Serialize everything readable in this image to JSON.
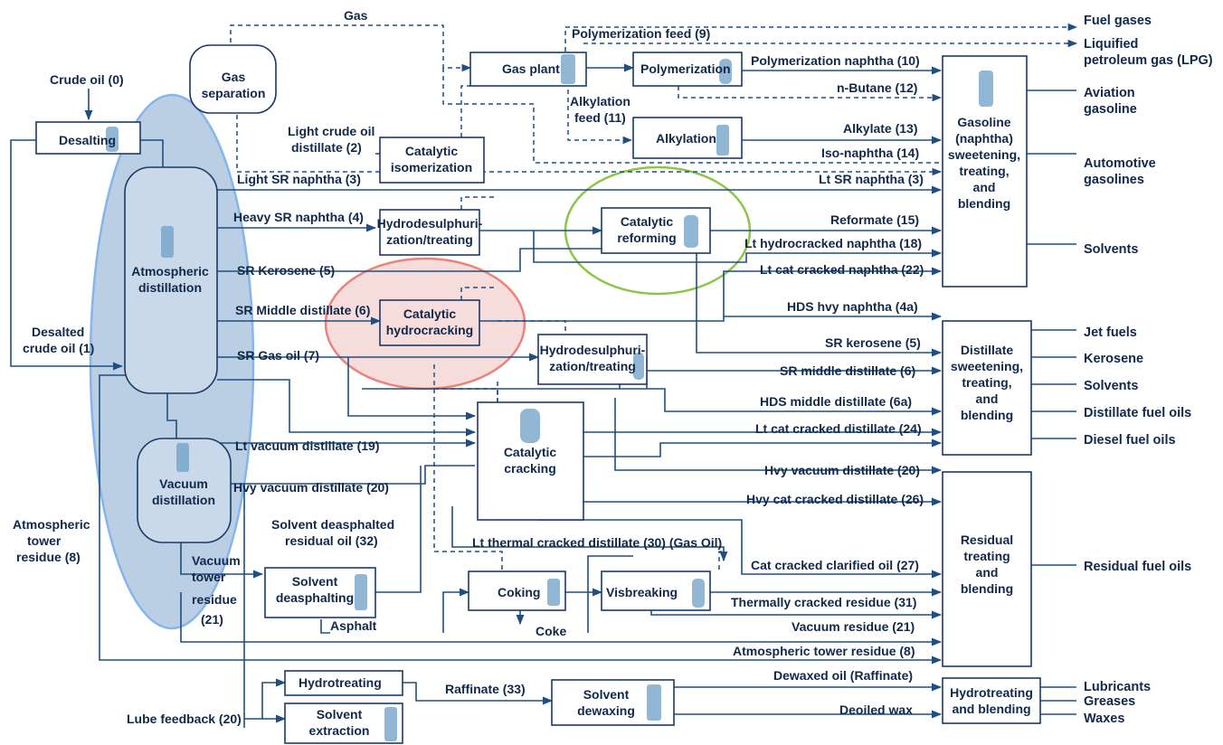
{
  "colors": {
    "line": "#1f4f80",
    "box_stroke": "#1a3a66",
    "text": "#10284a",
    "distillation_fill": "#b8cde3",
    "distillation_stroke": "#7fb2ea",
    "hydrocracking_fill": "#f7dcdc",
    "hydrocracking_stroke": "#e8847c",
    "reforming_stroke": "#8dc44a",
    "icon": "#6d9fc7"
  },
  "inputs": {
    "crude_oil": "Crude oil (0)",
    "desalted_1": "Desalted",
    "desalted_2": "crude oil (1)",
    "atm_residue_1": "Atmospheric",
    "atm_residue_2": "tower",
    "atm_residue_3": "residue (8)",
    "lube_feedback": "Lube feedback (20)"
  },
  "units": {
    "desalting": "Desalting",
    "gas_separation_1": "Gas",
    "gas_separation_2": "separation",
    "atmospheric_1": "Atmospheric",
    "atmospheric_2": "distillation",
    "vacuum_1": "Vacuum",
    "vacuum_2": "distillation",
    "cat_isom_1": "Catalytic",
    "cat_isom_2": "isomerization",
    "hds1_1": "Hydrodesulphuri-",
    "hds1_2": "zation/treating",
    "cat_hydrocracking_1": "Catalytic",
    "cat_hydrocracking_2": "hydrocracking",
    "hds2_1": "Hydrodesulphuri-",
    "hds2_2": "zation/treating",
    "cat_reforming_1": "Catalytic",
    "cat_reforming_2": "reforming",
    "gas_plant": "Gas plant",
    "polymerization": "Polymerization",
    "alkylation": "Alkylation",
    "cat_cracking_1": "Catalytic",
    "cat_cracking_2": "cracking",
    "solvent_deasphalting_1": "Solvent",
    "solvent_deasphalting_2": "deasphalting",
    "coking": "Coking",
    "visbreaking": "Visbreaking",
    "hydrotreating": "Hydrotreating",
    "solvent_extraction_1": "Solvent",
    "solvent_extraction_2": "extraction",
    "solvent_dewaxing_1": "Solvent",
    "solvent_dewaxing_2": "dewaxing",
    "gasoline_blend_1": "Gasoline",
    "gasoline_blend_2": "(naphtha)",
    "gasoline_blend_3": "sweetening,",
    "gasoline_blend_4": "treating,",
    "gasoline_blend_5": "and",
    "gasoline_blend_6": "blending",
    "distillate_blend_1": "Distillate",
    "distillate_blend_2": "sweetening,",
    "distillate_blend_3": "treating,",
    "distillate_blend_4": "and",
    "distillate_blend_5": "blending",
    "residual_blend_1": "Residual",
    "residual_blend_2": "treating",
    "residual_blend_3": "and",
    "residual_blend_4": "blending",
    "hydro_blend_1": "Hydrotreating",
    "hydro_blend_2": "and blending"
  },
  "streams": {
    "gas": "Gas",
    "light_crude_1": "Light crude oil",
    "light_crude_2": "distillate (2)",
    "light_sr_naphtha": "Light SR naphtha (3)",
    "heavy_sr_naphtha": "Heavy SR naphtha (4)",
    "sr_kerosene_left": "SR Kerosene (5)",
    "sr_middle_left": "SR Middle distillate (6)",
    "sr_gas_oil": "SR Gas oil (7)",
    "lt_vacuum": "Lt vacuum distillate (19)",
    "hvy_vacuum_left": "Hvy vacuum distillate (20)",
    "sda_oil_1": "Solvent deasphalted",
    "sda_oil_2": "residual oil (32)",
    "vac_residue_1": "Vacuum",
    "vac_residue_2": "tower",
    "vac_residue_3": "residue",
    "vac_residue_4": "(21)",
    "asphalt": "Asphalt",
    "coke": "Coke",
    "poly_feed": "Polymerization feed (9)",
    "alky_feed_1": "Alkylation",
    "alky_feed_2": "feed (11)",
    "poly_naphtha": "Polymerization naphtha (10)",
    "n_butane": "n-Butane (12)",
    "alkylate": "Alkylate (13)",
    "iso_naphtha": "Iso-naphtha (14)",
    "lt_sr_naphtha": "Lt SR naphtha (3)",
    "reformate": "Reformate (15)",
    "lt_hc_naphtha": "Lt hydrocracked naphtha (18)",
    "lt_cc_naphtha": "Lt cat cracked naphtha (22)",
    "hds_hvy_naphtha": "HDS hvy naphtha (4a)",
    "sr_kerosene": "SR kerosene (5)",
    "sr_middle": "SR middle distillate (6)",
    "hds_middle": "HDS middle distillate (6a)",
    "lt_cc_distillate": "Lt cat cracked distillate (24)",
    "hvy_vacuum": "Hvy vacuum distillate (20)",
    "hvy_cc_distillate": "Hvy cat cracked distillate (26)",
    "lt_thermal": "Lt thermal cracked distillate (30) (Gas Oil)",
    "cc_clarified": "Cat cracked clarified oil (27)",
    "thermal_residue": "Thermally cracked residue (31)",
    "vacuum_residue": "Vacuum residue (21)",
    "atm_tower_residue": "Atmospheric tower residue (8)",
    "dewaxed_oil": "Dewaxed oil (Raffinate)",
    "deoiled_wax": "Deoiled wax",
    "raffinate": "Raffinate (33)"
  },
  "products": {
    "fuel_gases": "Fuel gases",
    "lpg_1": "Liquified",
    "lpg_2": "petroleum gas (LPG)",
    "aviation_1": "Aviation",
    "aviation_2": "gasoline",
    "automotive_1": "Automotive",
    "automotive_2": "gasolines",
    "solvents_gasoline": "Solvents",
    "jet_fuels": "Jet fuels",
    "kerosene": "Kerosene",
    "solvents_distillate": "Solvents",
    "distillate_fuel_oils": "Distillate fuel oils",
    "diesel_fuel_oils": "Diesel fuel oils",
    "residual_fuel_oils": "Residual fuel oils",
    "lubricants": "Lubricants",
    "greases": "Greases",
    "waxes": "Waxes"
  }
}
